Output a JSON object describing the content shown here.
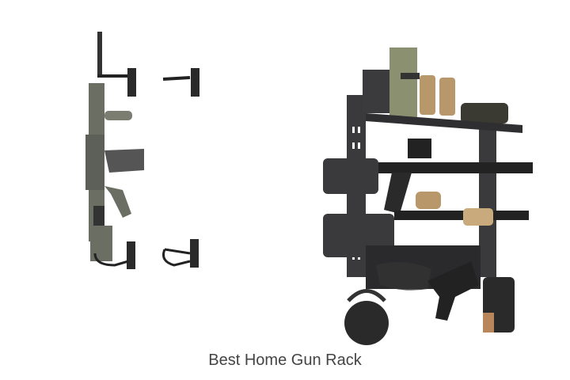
{
  "caption": "Best Home Gun Rack",
  "images": {
    "left": {
      "subject": "rifle-with-wall-hooks",
      "colors": {
        "rifle": "#6b6e63",
        "hooks": "#2a2a2a"
      }
    },
    "right": {
      "subject": "wall-gun-rack-with-shelf",
      "colors": {
        "rack": "#3a3a3c",
        "shelf": "#2f2f31",
        "accent_tan": "#b8986a",
        "radio": "#8a9070"
      }
    }
  }
}
